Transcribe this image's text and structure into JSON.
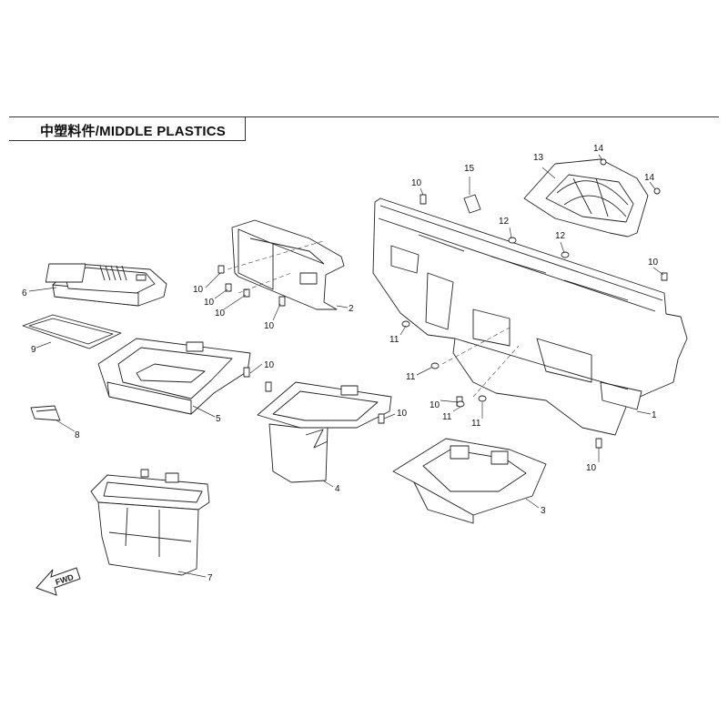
{
  "title": "中塑料件/MIDDLE PLASTICS",
  "direction_label": "FWD",
  "callouts": [
    {
      "id": "c1",
      "label": "1"
    },
    {
      "id": "c2",
      "label": "2"
    },
    {
      "id": "c3",
      "label": "3"
    },
    {
      "id": "c4",
      "label": "4"
    },
    {
      "id": "c5",
      "label": "5"
    },
    {
      "id": "c6",
      "label": "6"
    },
    {
      "id": "c7",
      "label": "7"
    },
    {
      "id": "c8",
      "label": "8"
    },
    {
      "id": "c9",
      "label": "9"
    },
    {
      "id": "c10a",
      "label": "10"
    },
    {
      "id": "c10b",
      "label": "10"
    },
    {
      "id": "c10c",
      "label": "10"
    },
    {
      "id": "c10d",
      "label": "10"
    },
    {
      "id": "c10e",
      "label": "10"
    },
    {
      "id": "c10f",
      "label": "10"
    },
    {
      "id": "c10g",
      "label": "10"
    },
    {
      "id": "c10h",
      "label": "10"
    },
    {
      "id": "c10i",
      "label": "10"
    },
    {
      "id": "c10j",
      "label": "10"
    },
    {
      "id": "c11a",
      "label": "11"
    },
    {
      "id": "c11b",
      "label": "11"
    },
    {
      "id": "c11c",
      "label": "11"
    },
    {
      "id": "c11d",
      "label": "11"
    },
    {
      "id": "c12a",
      "label": "12"
    },
    {
      "id": "c12b",
      "label": "12"
    },
    {
      "id": "c13",
      "label": "13"
    },
    {
      "id": "c14a",
      "label": "14"
    },
    {
      "id": "c14b",
      "label": "14"
    },
    {
      "id": "c15",
      "label": "15"
    }
  ]
}
